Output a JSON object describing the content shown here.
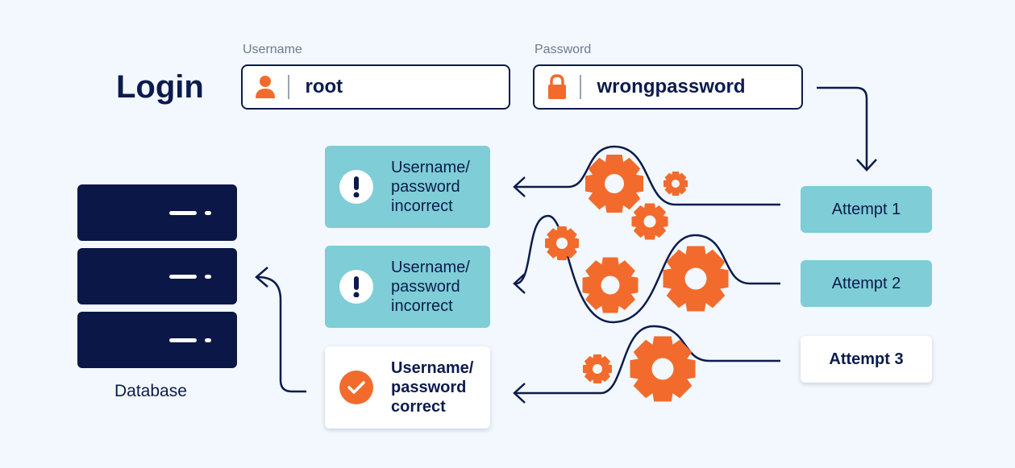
{
  "login": {
    "title": "Login",
    "username_label": "Username",
    "username_value": "root",
    "password_label": "Password",
    "password_value": "wrongpassword"
  },
  "results": [
    {
      "text": "Username/ password incorrect",
      "status": "error",
      "icon": "exclamation-icon"
    },
    {
      "text": "Username/ password incorrect",
      "status": "error",
      "icon": "exclamation-icon"
    },
    {
      "text": "Username/ password correct",
      "status": "success",
      "icon": "check-icon"
    }
  ],
  "attempts": [
    "Attempt 1",
    "Attempt 2",
    "Attempt 3"
  ],
  "database_label": "Database",
  "colors": {
    "navy": "#0c1b4d",
    "teal": "#7fcdd6",
    "orange": "#f26b2c",
    "background": "#f2f8fd"
  }
}
